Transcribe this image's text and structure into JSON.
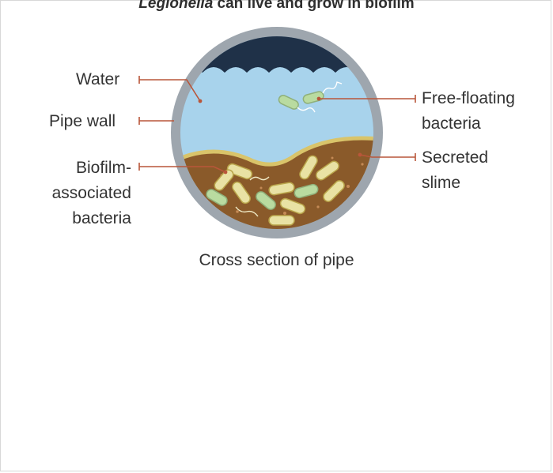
{
  "title": {
    "italic_part": "Legionella",
    "rest": " can live and grow in biofilm"
  },
  "labels": {
    "water": "Water",
    "pipe_wall": "Pipe wall",
    "biofilm_line1": "Biofilm-",
    "biofilm_line2": "associated",
    "biofilm_line3": "bacteria",
    "free_floating_line1": "Free-floating",
    "free_floating_line2": "bacteria",
    "slime_line1": "Secreted",
    "slime_line2": "slime"
  },
  "caption": "Cross section of pipe",
  "colors": {
    "pipe_wall": "#9ea6ae",
    "water": "#a8d3ec",
    "air_top": "#1f3148",
    "biofilm": "#8a5a2a",
    "biofilm_edge": "#d9c46a",
    "bacteria_fill": "#e9e2a4",
    "bacteria_stroke": "#b9a54a",
    "free_bacteria": "#b9dba0",
    "leader_line": "#b9563a"
  }
}
